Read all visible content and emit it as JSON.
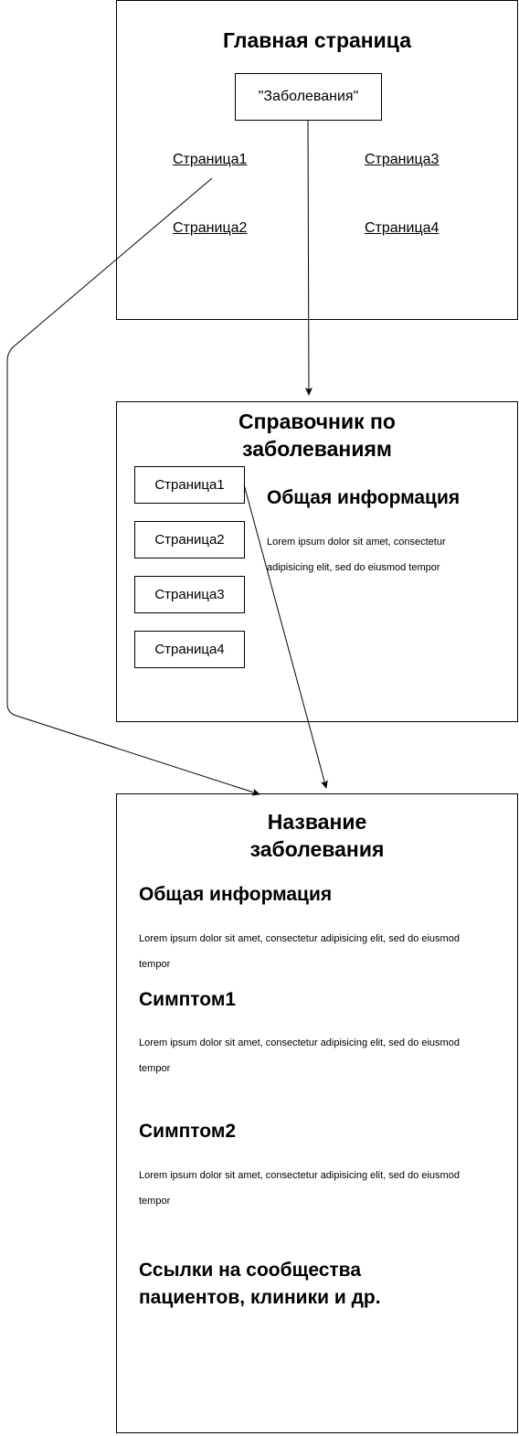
{
  "home": {
    "title": "Главная страница",
    "diseases_button": "\"Заболевания\"",
    "links": [
      "Страница1",
      "Страница3",
      "Страница2",
      "Страница4"
    ]
  },
  "directory": {
    "title_line1": "Справочник по",
    "title_line2": "заболеваниям",
    "buttons": [
      "Страница1",
      "Страница2",
      "Страница3",
      "Страница4"
    ],
    "info_heading": "Общая информация",
    "info_text_line1": "Lorem ipsum dolor sit amet, consectetur",
    "info_text_line2": "adipisicing elit, sed do eiusmod tempor"
  },
  "disease": {
    "title_line1": "Название",
    "title_line2": "заболевания",
    "sections": [
      {
        "heading": "Общая информация",
        "text_line1": "Lorem ipsum dolor sit amet, consectetur adipisicing elit, sed do eiusmod",
        "text_line2": "tempor"
      },
      {
        "heading": "Симптом1",
        "text_line1": "Lorem ipsum dolor sit amet, consectetur adipisicing elit, sed do eiusmod",
        "text_line2": "tempor"
      },
      {
        "heading": "Симптом2",
        "text_line1": "Lorem ipsum dolor sit amet, consectetur adipisicing elit, sed do eiusmod",
        "text_line2": "tempor"
      }
    ],
    "links_heading_line1": "Ссылки на сообщества",
    "links_heading_line2": "пациентов, клиники и др."
  },
  "colors": {
    "stroke": "#000000",
    "background": "#ffffff"
  }
}
